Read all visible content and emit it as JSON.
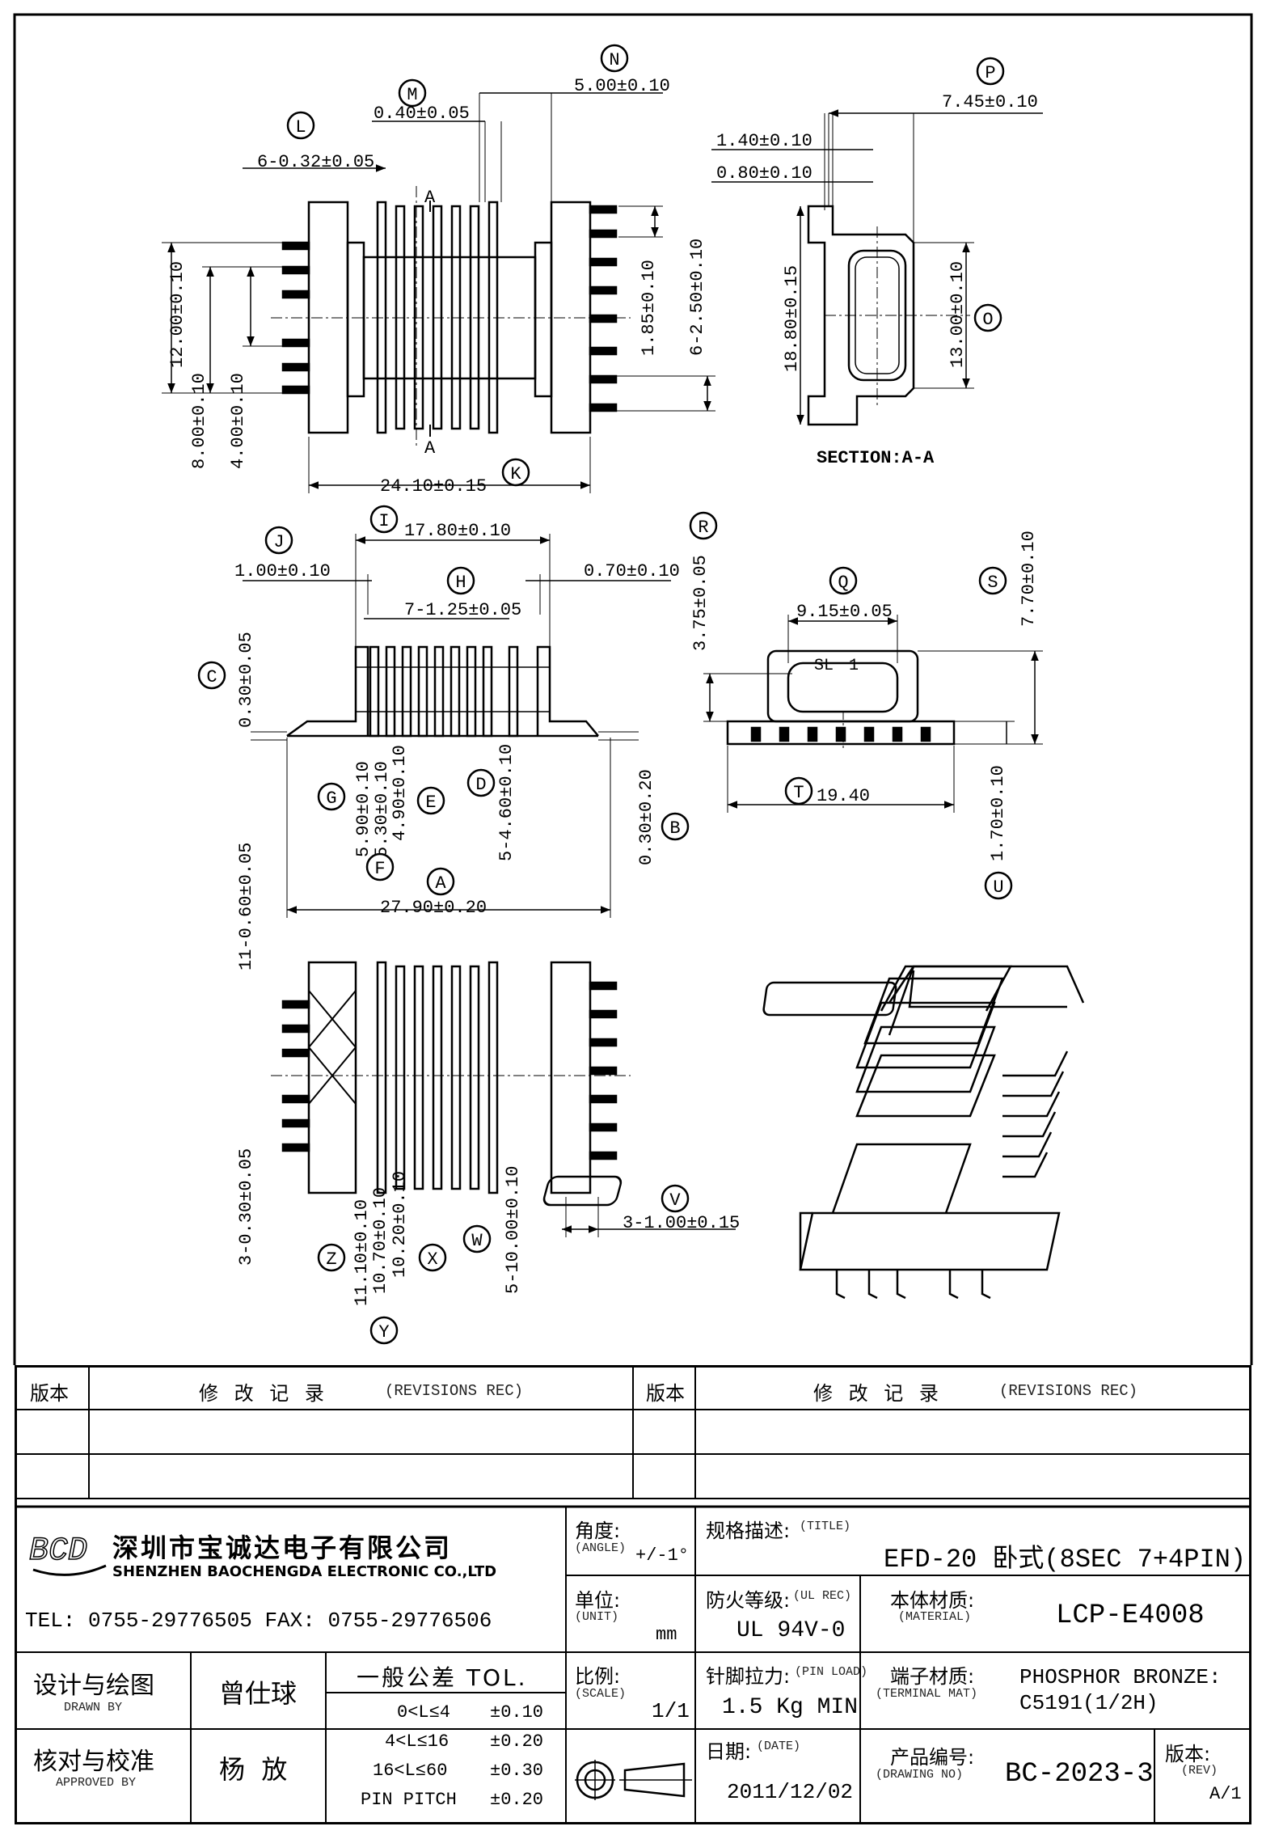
{
  "dimensions": {
    "L": "6-0.32±0.05",
    "M": "0.40±0.05",
    "N": "5.00±0.10",
    "P": "7.45±0.10",
    "p_140": "1.40±0.10",
    "p_080": "0.80±0.10",
    "w_1200": "12.00±0.10",
    "w_800": "8.00±0.10",
    "w_400": "4.00±0.10",
    "w_185": "1.85±0.10",
    "w_250": "6-2.50±0.10",
    "K": "24.10±0.15",
    "s_1880": "18.80±0.15",
    "O": "13.00±0.10",
    "section_label": "SECTION:A-A",
    "section_mark": "A",
    "I": "17.80±0.10",
    "J": "1.00±0.10",
    "H": "7-1.25±0.05",
    "p_070": "0.70±0.10",
    "C": "0.30±0.05",
    "G": "5.90±0.10",
    "F": "5.30±0.10",
    "E": "4.90±0.10",
    "D": "5-4.60±0.10",
    "B": "0.30±0.20",
    "A": "27.90±0.20",
    "R": "3.75±0.05",
    "Q": "9.15±0.05",
    "S": "7.70±0.10",
    "T": "19.40",
    "U": "1.70±0.10",
    "sl_label": "SL",
    "sl_num": "1",
    "b_1160": "11-0.60±0.05",
    "b_330": "3-0.30±0.05",
    "Z": "11.10±0.10",
    "Y": "10.70±0.10",
    "X": "10.20±0.10",
    "W": "5-10.00±0.10",
    "V": "3-1.00±0.15"
  },
  "callouts": [
    "L",
    "M",
    "N",
    "P",
    "O",
    "K",
    "I",
    "J",
    "H",
    "C",
    "G",
    "F",
    "E",
    "D",
    "B",
    "A",
    "R",
    "Q",
    "S",
    "T",
    "U",
    "Z",
    "Y",
    "X",
    "W",
    "V"
  ],
  "revision_table": {
    "col_version": "版本",
    "col_title": "修 改 记 录",
    "col_title_en": "(REVISIONS REC)"
  },
  "company": {
    "logo": "BCD",
    "name_cn": "深圳市宝诚达电子有限公司",
    "name_en": "SHENZHEN BAOCHENGDA ELECTRONIC CO.,LTD",
    "contact": "TEL: 0755-29776505  FAX: 0755-29776506"
  },
  "title_block": {
    "angle_label": "角度:",
    "angle_sub": "(ANGLE)",
    "angle_value": "+/-1°",
    "title_label": "规格描述:",
    "title_sub": "(TITLE)",
    "title_value": "EFD-20 卧式(8SEC 7+4PIN)",
    "unit_label": "单位:",
    "unit_sub": "(UNIT)",
    "unit_value": "mm",
    "ul_label": "防火等级:",
    "ul_sub": "(UL REC)",
    "ul_value": "UL 94V-0",
    "material_label": "本体材质:",
    "material_sub": "(MATERIAL)",
    "material_value": "LCP-E4008",
    "designed_label": "设计与绘图",
    "designed_sub": "DRAWN BY",
    "designed_value": "曾仕球",
    "tol_label": "一般公差 TOL.",
    "tol_rows": [
      {
        "range": "0<L≤4",
        "tol": "±0.10"
      },
      {
        "range": "4<L≤16",
        "tol": "±0.20"
      },
      {
        "range": "16<L≤60",
        "tol": "±0.30"
      },
      {
        "range": "PIN PITCH",
        "tol": "±0.20"
      }
    ],
    "scale_label": "比例:",
    "scale_sub": "(SCALE)",
    "scale_value": "1/1",
    "pinload_label": "针脚拉力:",
    "pinload_sub": "(PIN LOAD)",
    "pinload_value": "1.5 Kg MIN",
    "terminal_label": "端子材质:",
    "terminal_sub": "(TERMINAL MAT)",
    "terminal_value_1": "PHOSPHOR BRONZE:",
    "terminal_value_2": "C5191(1/2H)",
    "approved_label": "核对与校准",
    "approved_sub": "APPROVED BY",
    "approved_value": "杨  放",
    "date_label": "日期:",
    "date_sub": "(DATE)",
    "date_value": "2011/12/02",
    "drawing_label": "产品编号:",
    "drawing_sub": "(DRAWING NO)",
    "drawing_value": "BC-2023-3",
    "rev_label": "版本:",
    "rev_sub": "(REV)",
    "rev_value": "A/1"
  }
}
